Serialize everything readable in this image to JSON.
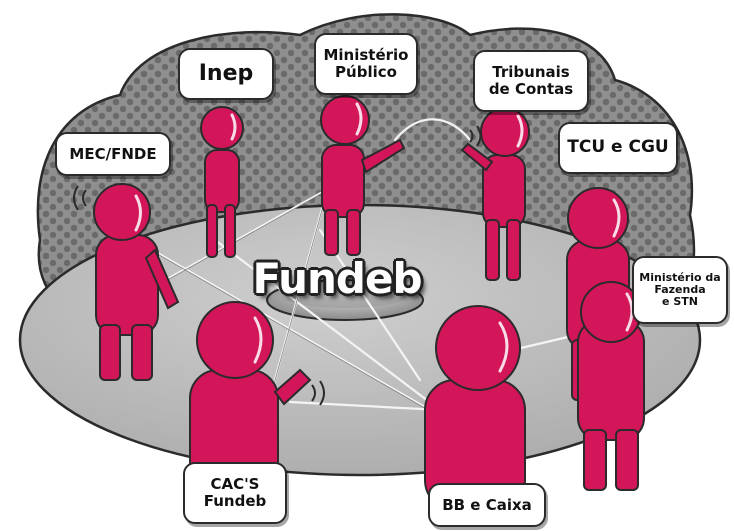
{
  "center_label": "Fundeb",
  "actors": [
    {
      "label": "Inep"
    },
    {
      "label": "Ministério\nPúblico"
    },
    {
      "label": "Tribunais\nde Contas"
    },
    {
      "label": "MEC/FNDE"
    },
    {
      "label": "TCU e CGU"
    },
    {
      "label": "Ministério da\nFazenda\ne STN"
    },
    {
      "label": "CAC'S\nFundeb"
    },
    {
      "label": "BB e Caixa"
    }
  ],
  "colors": {
    "figure": "#d3155a",
    "figure_dark": "#8e0c3c",
    "backdrop": "#8a8a8a",
    "backdrop_dots": "#5e5e5e",
    "floor": "#b9b9b9",
    "outline": "#2b2b2b"
  }
}
